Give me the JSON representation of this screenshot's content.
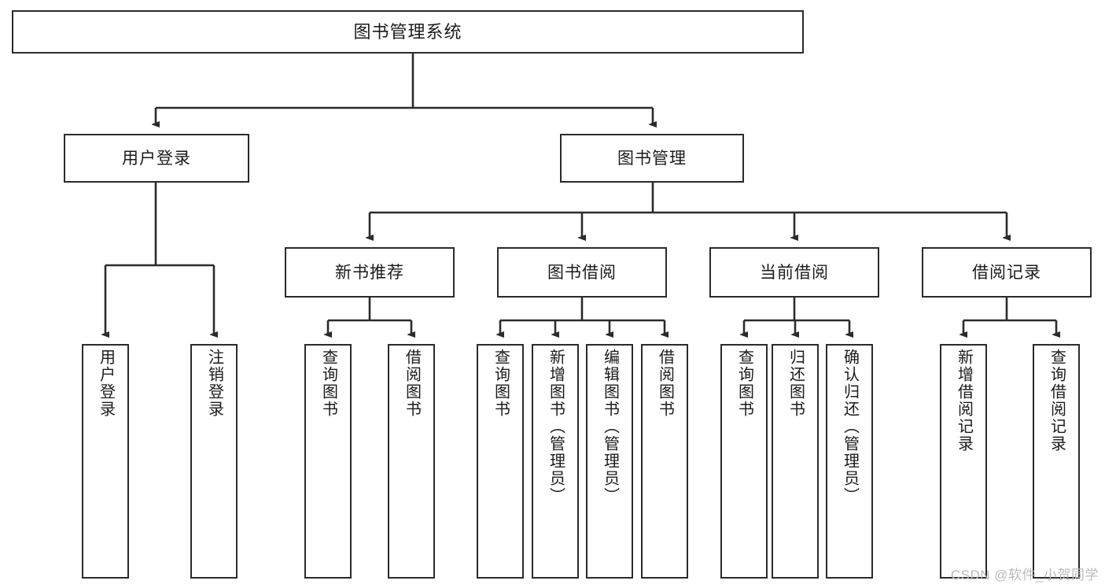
{
  "diagram": {
    "type": "tree-hierarchy",
    "title": "图书管理系统",
    "watermark": "CSDN @软件_小贺同学",
    "colors": {
      "box_border": "#2b2b2b",
      "box_fill": "#ffffff",
      "connector": "#2b2b2b",
      "text": "#1b1b1b",
      "watermark": "#b9b9b9"
    },
    "root": {
      "label": "图书管理系统"
    },
    "level2": [
      {
        "label": "用户登录"
      },
      {
        "label": "图书管理"
      }
    ],
    "level3": [
      {
        "label": "新书推荐"
      },
      {
        "label": "图书借阅"
      },
      {
        "label": "当前借阅"
      },
      {
        "label": "借阅记录"
      }
    ],
    "leaves": {
      "user_login": [
        {
          "label": "用户登录"
        },
        {
          "label": "注销登录"
        }
      ],
      "new_book_recommend": [
        {
          "label": "查询图书"
        },
        {
          "label": "借阅图书"
        }
      ],
      "book_borrow": [
        {
          "label": "查询图书"
        },
        {
          "label": "新增图书（管理员）"
        },
        {
          "label": "编辑图书（管理员）"
        },
        {
          "label": "借阅图书"
        }
      ],
      "current_borrow": [
        {
          "label": "查询图书"
        },
        {
          "label": "归还图书"
        },
        {
          "label": "确认归还（管理员）"
        }
      ],
      "borrow_record": [
        {
          "label": "新增借阅记录"
        },
        {
          "label": "查询借阅记录"
        }
      ]
    }
  }
}
